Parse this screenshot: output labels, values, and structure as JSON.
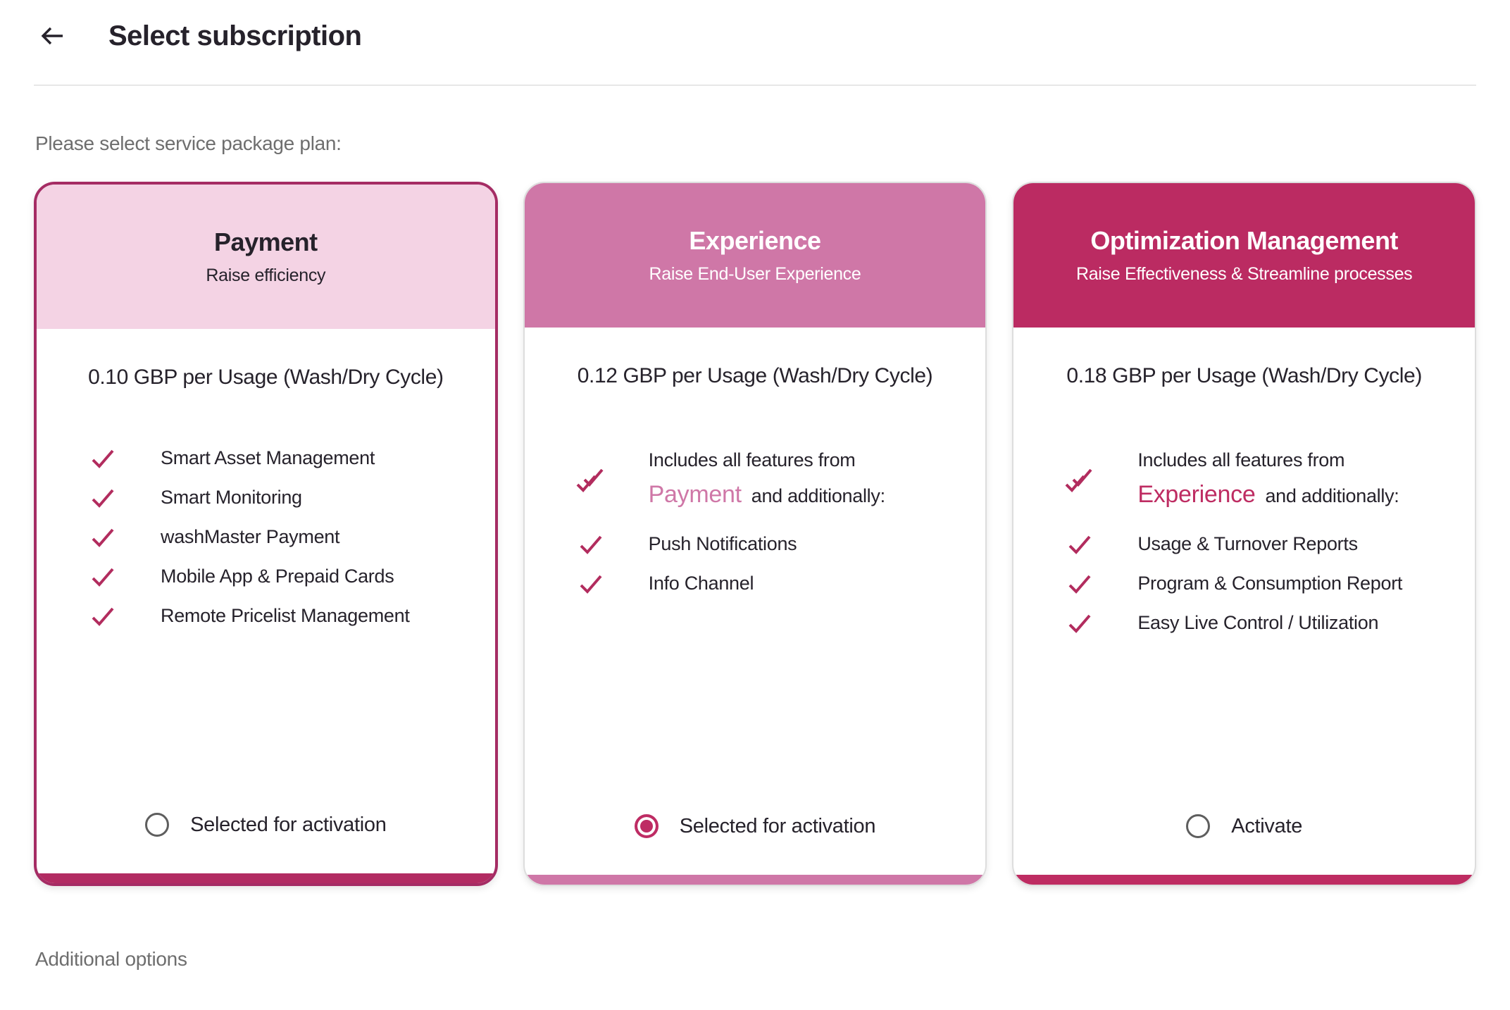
{
  "header": {
    "title": "Select subscription",
    "back_icon": "arrow-left"
  },
  "intro": "Please select service package plan:",
  "plans": [
    {
      "name": "Payment",
      "tagline": "Raise efficiency",
      "price": "0.10 GBP per Usage (Wash/Dry Cycle)",
      "features": [
        "Smart Asset Management",
        "Smart Monitoring",
        "washMaster Payment",
        "Mobile App & Prepaid Cards",
        "Remote Pricelist Management"
      ],
      "action_label": "Selected for activation",
      "selected": false
    },
    {
      "name": "Experience",
      "tagline": "Raise End-User Experience",
      "price": "0.12 GBP per Usage (Wash/Dry Cycle)",
      "includes_prefix": "Includes all features from",
      "includes_package": "Payment",
      "includes_suffix": "and additionally:",
      "features": [
        "Push Notifications",
        "Info Channel"
      ],
      "action_label": "Selected for activation",
      "selected": true
    },
    {
      "name": "Optimization Management",
      "tagline": "Raise Effectiveness & Streamline processes",
      "price": "0.18 GBP per Usage (Wash/Dry Cycle)",
      "includes_prefix": "Includes all features from",
      "includes_package": "Experience",
      "includes_suffix": "and additionally:",
      "features": [
        "Usage & Turnover Reports",
        "Program & Consumption Report",
        "Easy Live Control / Utilization"
      ],
      "action_label": "Activate",
      "selected": false
    }
  ],
  "footer": {
    "additional_options": "Additional options"
  },
  "icons": {
    "back": "arrow-left",
    "feature": "checkmark",
    "includes": "double-checkmark",
    "activation": "radio-button"
  },
  "colors": {
    "accent_magenta": "#BE2C62",
    "card1_header_bg": "#F4D3E4",
    "card1_border": "#A52C64",
    "card2_header_bg": "#CF77A7",
    "card3_header_bg": "#BB2B62",
    "checkmark": "#B22C5E",
    "muted_text": "#6E6E6E",
    "divider": "#E7E7E7"
  }
}
